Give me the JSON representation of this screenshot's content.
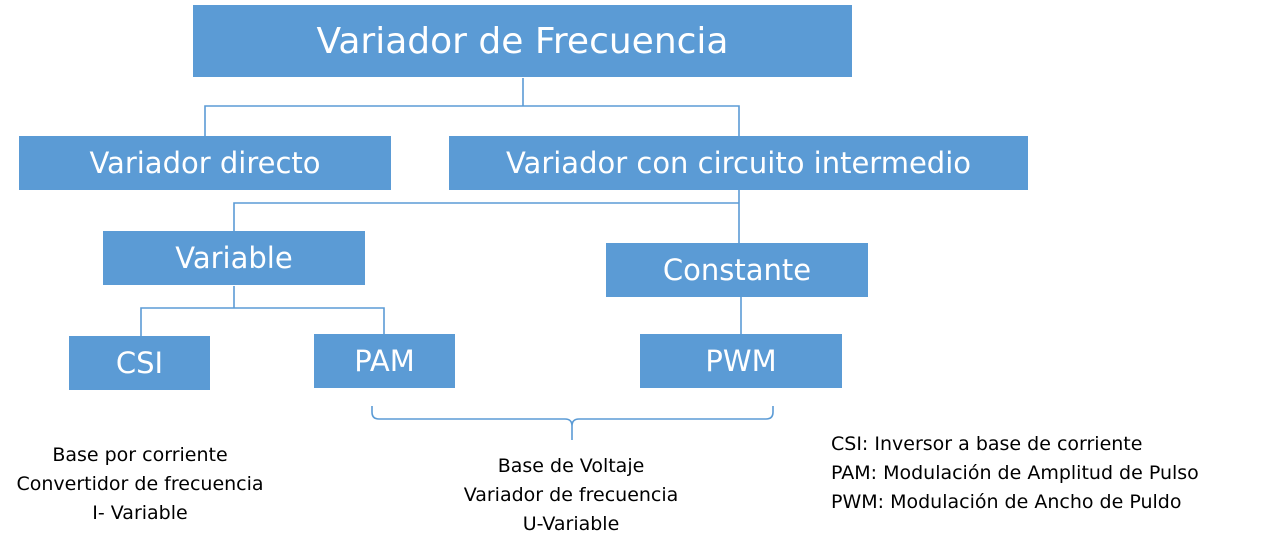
{
  "colors": {
    "box_fill": "#5b9bd5",
    "box_text": "#ffffff",
    "connector": "#5b9bd5",
    "text": "#000000"
  },
  "nodes": {
    "root": "Variador de Frecuencia",
    "direct": "Variador directo",
    "intermediate": "Variador con circuito intermedio",
    "variable": "Variable",
    "constant": "Constante",
    "csi": "CSI",
    "pam": "PAM",
    "pwm": "PWM"
  },
  "captions": {
    "csi": [
      "Base por corriente",
      "Convertidor de frecuencia",
      "I- Variable"
    ],
    "voltage_group": [
      "Base de Voltaje",
      "Variador de frecuencia",
      "U-Variable"
    ]
  },
  "legend": [
    "CSI: Inversor a base de corriente",
    "PAM: Modulación de Amplitud de Pulso",
    "PWM: Modulación de Ancho de Puldo"
  ]
}
